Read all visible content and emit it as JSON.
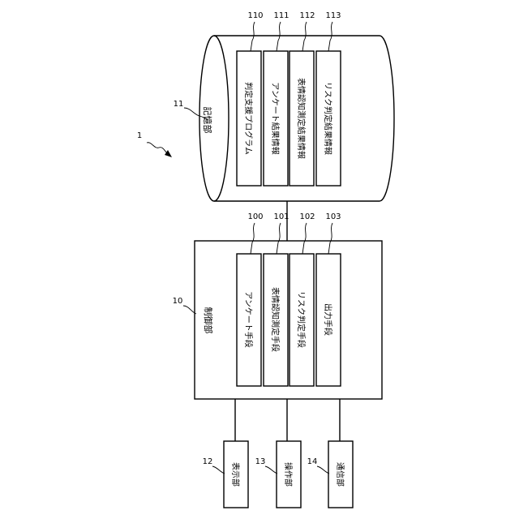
{
  "system": {
    "ref": "1"
  },
  "storage": {
    "ref": "11",
    "title": "記憶部",
    "items": [
      {
        "ref": "110",
        "label": "判定支援プログラム"
      },
      {
        "ref": "111",
        "label": "アンケート結果情報"
      },
      {
        "ref": "112",
        "label": "表情認知測定結果情報"
      },
      {
        "ref": "113",
        "label": "リスク判定結果情報"
      }
    ]
  },
  "control": {
    "ref": "10",
    "title": "制御部",
    "items": [
      {
        "ref": "100",
        "label": "アンケート手段"
      },
      {
        "ref": "101",
        "label": "表情認知測定手段"
      },
      {
        "ref": "102",
        "label": "リスク判定手段"
      },
      {
        "ref": "103",
        "label": "出力手段"
      }
    ]
  },
  "peripherals": [
    {
      "ref": "12",
      "label": "表示部"
    },
    {
      "ref": "13",
      "label": "操作部"
    },
    {
      "ref": "14",
      "label": "通信部"
    }
  ]
}
